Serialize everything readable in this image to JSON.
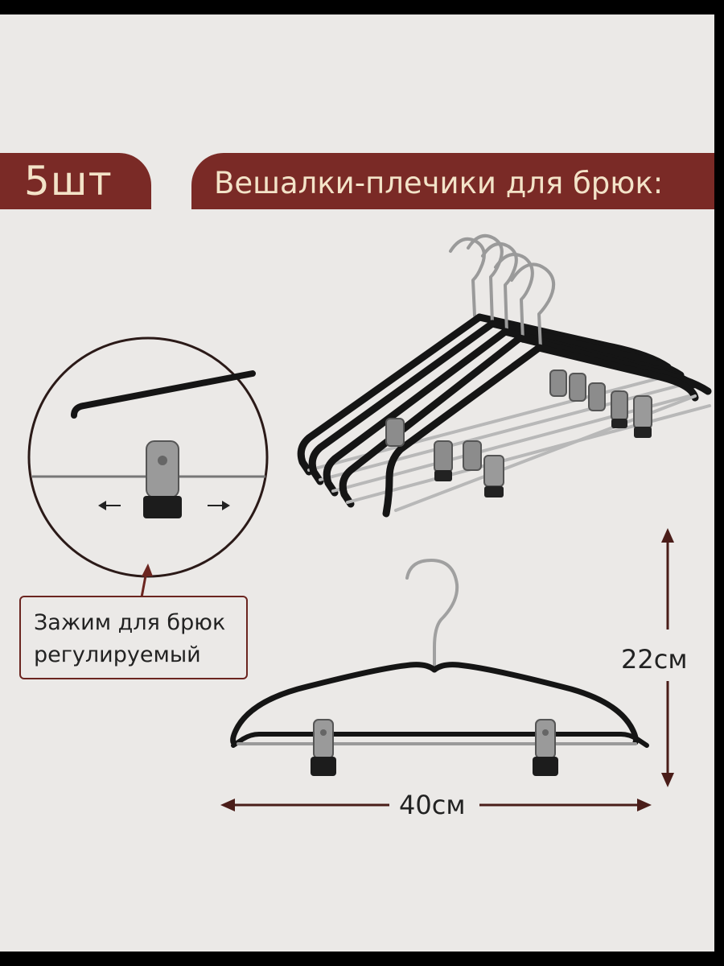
{
  "banner": {
    "count": "5шт",
    "title": "Вешалки-плечики для брюк:"
  },
  "callout": {
    "line1": "Зажим для брюк",
    "line2": "регулируемый"
  },
  "dimensions": {
    "height": "22см",
    "width": "40см"
  },
  "colors": {
    "accent": "#7a2a26",
    "banner_text": "#f3e3c8",
    "background": "#ebe9e7"
  }
}
